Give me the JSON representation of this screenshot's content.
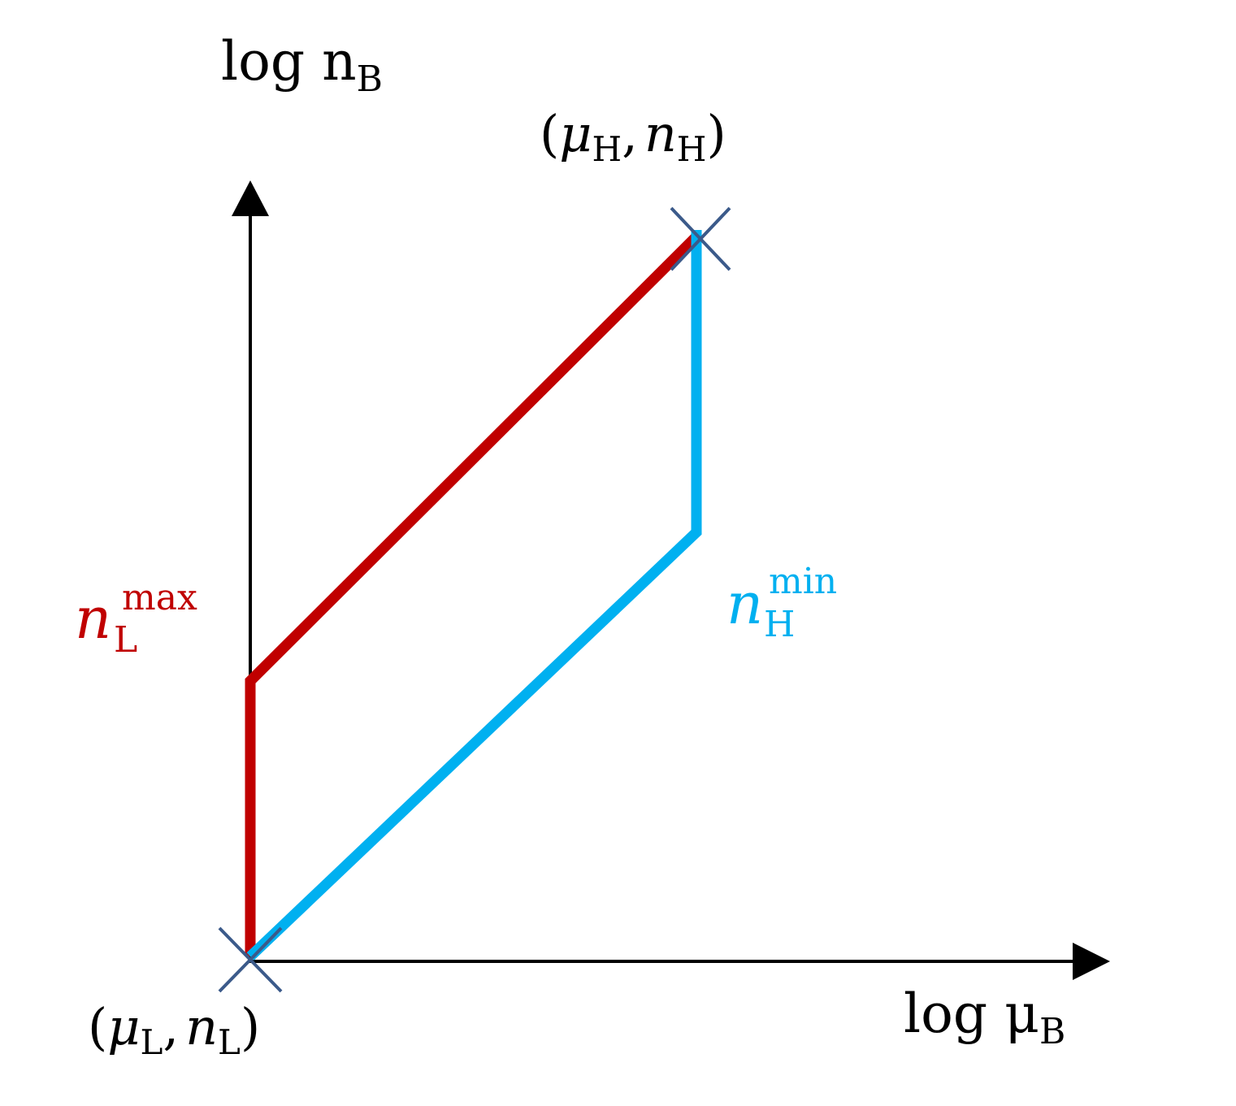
{
  "axes": {
    "y_label_base": "log n",
    "y_label_sub": "B",
    "x_label_base": "log μ",
    "x_label_sub": "B"
  },
  "points": {
    "high": {
      "open": "(",
      "mu": "μ",
      "mu_sub": "H",
      "sep": ",",
      "n": "n",
      "n_sub": "H",
      "close": ")"
    },
    "low": {
      "open": "(",
      "mu": "μ",
      "mu_sub": "L",
      "sep": ",",
      "n": "n",
      "n_sub": "L",
      "close": ")"
    }
  },
  "curves": {
    "low_max": {
      "var": "n",
      "sub": "L",
      "sup": "max",
      "color": "#c00000"
    },
    "high_min": {
      "var": "n",
      "sub": "H",
      "sup": "min",
      "color": "#00b0f0"
    }
  },
  "colors": {
    "axis": "#000000",
    "marker": "#3b5a8a"
  }
}
